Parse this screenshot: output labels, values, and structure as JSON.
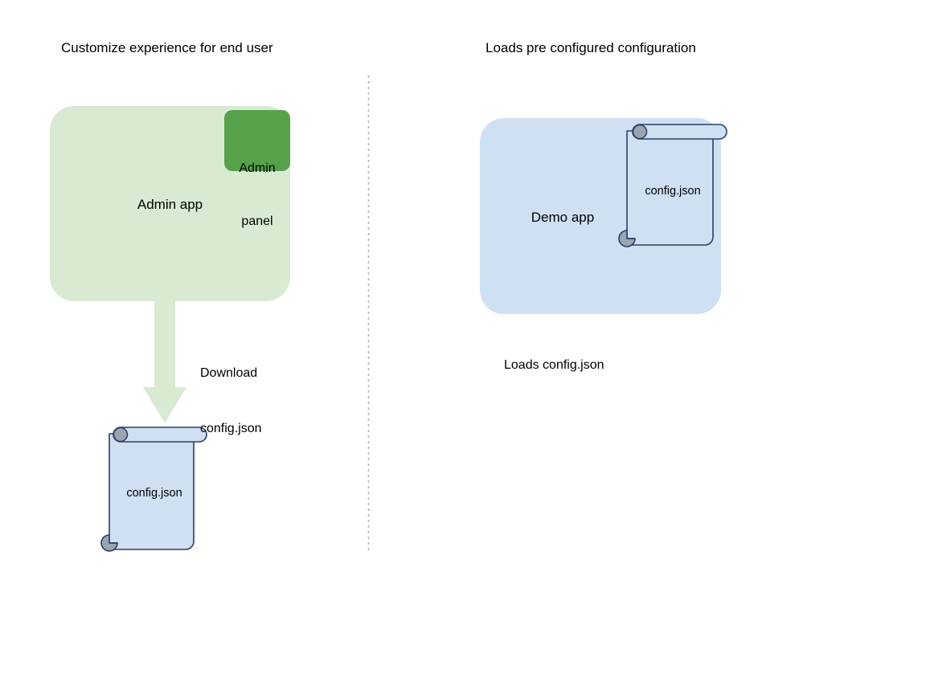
{
  "diagram": {
    "title_left": "Customize experience for end user",
    "title_right": "Loads pre configured configuration",
    "left_column": {
      "app_box": {
        "label": "Admin app",
        "fill": "#d9ead3"
      },
      "admin_panel": {
        "label_line1": "Admin",
        "label_line2": "panel",
        "fill": "#57a14b"
      },
      "arrow": {
        "label_line1": "Download",
        "label_line2": "config.json",
        "fill": "#d9ead3"
      },
      "document": {
        "label": "config.json",
        "fill": "#cfe0f3",
        "stroke": "#2b3e66",
        "curl_fill": "#9aa5b1"
      }
    },
    "right_column": {
      "app_box": {
        "label": "Demo app",
        "fill": "#cfe0f3"
      },
      "document": {
        "label": "config.json",
        "fill": "#cfe0f3",
        "stroke": "#2b3e66",
        "curl_fill": "#9aa5b1"
      },
      "caption": "Loads config.json"
    },
    "divider": {
      "style": "dotted",
      "color": "#b0b0b0"
    }
  }
}
